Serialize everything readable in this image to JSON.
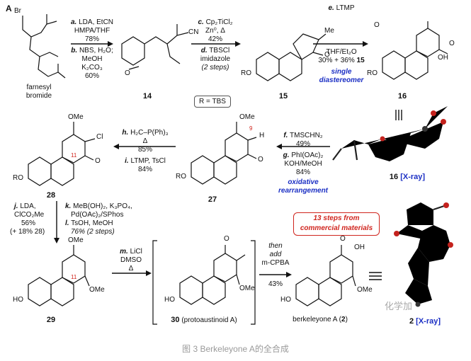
{
  "panel_label": "A",
  "start_material": {
    "name_line1": "farnesyl",
    "name_line2": "bromide",
    "br": "Br"
  },
  "step_ab": {
    "a_letter": "a.",
    "a_text": "LDA, EtCN",
    "a_line2": "HMPA/THF",
    "a_yield": "78%",
    "b_letter": "b.",
    "b_text": "NBS, H₂O;",
    "b_line2": "MeOH",
    "b_line3": "K₂CO₃",
    "b_yield": "60%"
  },
  "step_cd": {
    "c_letter": "c.",
    "c_text": "Cp₂TiCl₂",
    "c_line2": "Zn⁰, Δ",
    "c_yield": "42%",
    "d_letter": "d.",
    "d_text": "TBSCl",
    "d_line2": "imidazole",
    "d_yield": "(2 steps)"
  },
  "r_box": "R = TBS",
  "step_e": {
    "e_letter": "e.",
    "e_text": "LTMP",
    "e_line2": "THF/Et₂O",
    "e_yield": "30% + 36%",
    "e_ref": "15",
    "stereo1": "single",
    "stereo2": "diastereomer"
  },
  "step_fg": {
    "f_letter": "f.",
    "f_text": "TMSCHN₂",
    "f_yield": "49%",
    "g_letter": "g.",
    "g_text": "PhI(OAc)₂",
    "g_line2": "KOH/MeOH",
    "g_yield": "84%",
    "rearr1": "oxidative",
    "rearr2": "rearrangement"
  },
  "step_hi": {
    "h_letter": "h.",
    "h_text": "H₂C–P(Ph)₃",
    "h_line2": "Δ",
    "h_yield": "85%",
    "i_letter": "i.",
    "i_text": "LTMP, TsCl",
    "i_yield": "84%"
  },
  "step_jkl": {
    "j_letter": "j.",
    "j_text": "LDA,",
    "j_line2": "ClCO₂Me",
    "j_yield": "56%",
    "j_extra": "(+ 18% 28)",
    "k_letter": "k.",
    "k_text": "MeB(OH)₂, K₃PO₄,",
    "k_line2": "Pd(OAc)₂/SPhos",
    "l_letter": "l.",
    "l_text": "TsOH, MeOH",
    "l_yield": "76% (2 steps)"
  },
  "step_m": {
    "m_letter": "m.",
    "m_text": "LiCl",
    "m_line2": "DMSO",
    "m_line3": "Δ"
  },
  "step_final": {
    "line1": "then",
    "line2": "add",
    "line3": "m-CPBA",
    "yield": "43%"
  },
  "redbox": {
    "line1": "13 steps from",
    "line2": "commercial materials"
  },
  "compounds": {
    "c14": "14",
    "c15": "15",
    "c16": "16",
    "c16x": "16",
    "c16x_tag": "[X-ray]",
    "c27": "27",
    "c28": "28",
    "c29": "29",
    "c30": "30",
    "c30_name": "(protoaustinoid A)",
    "c2_name": "berkeleyone A (",
    "c2_num": "2",
    "c2_close": ")",
    "c2x": "2",
    "c2x_tag": "[X-ray]"
  },
  "atoms": {
    "ome": "OMe",
    "ro": "RO",
    "ho": "HO",
    "me": "Me",
    "h": "H",
    "o": "O",
    "oh": "OH",
    "cl": "Cl",
    "cn": "CN",
    "co2me": "OMe",
    "n11": "11",
    "n9": "9"
  },
  "watermark": "化学加",
  "caption": "图 3 Berkeleyone A的全合成"
}
